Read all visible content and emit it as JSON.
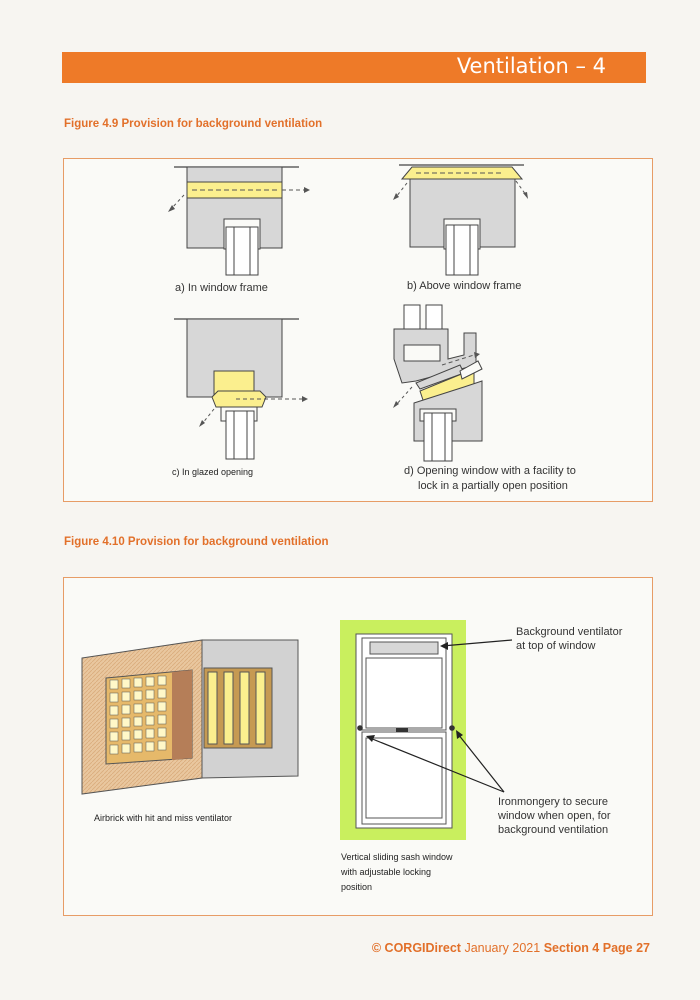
{
  "header": {
    "title": "Ventilation – 4"
  },
  "figure_4_9": {
    "caption": "Figure 4.9 Provision for background ventilation",
    "panels": {
      "a": "a) In window frame",
      "b": "b) Above window frame",
      "c": "c) In glazed opening",
      "d_line1": "d) Opening window with a facility to",
      "d_line2": "lock in a partially open position"
    }
  },
  "figure_4_10": {
    "caption": "Figure 4.10 Provision for background ventilation",
    "airbrick_label": "Airbrick with hit and miss ventilator",
    "sash_label_line1": "Vertical sliding sash window",
    "sash_label_line2": "with adjustable locking",
    "sash_label_line3": "position",
    "vent_callout_line1": "Background ventilator",
    "vent_callout_line2": "at top of window",
    "iron_callout_line1": "Ironmongery to secure",
    "iron_callout_line2": "window when open, for",
    "iron_callout_line3": "background ventilation"
  },
  "footer": {
    "copyright": "© CORGIDirect",
    "date": "January 2021",
    "section": "Section 4 Page 27"
  },
  "colors": {
    "accent": "#ee7a28",
    "vent_yellow": "#fbef8e",
    "wall_grey": "#d7d7d7",
    "green": "#c9ef5e",
    "brick": "#e9c79f"
  }
}
